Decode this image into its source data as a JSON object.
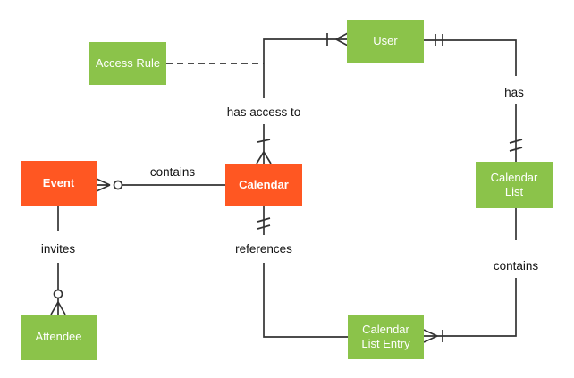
{
  "diagram_type": "entity-relationship crow's foot diagram",
  "entities": [
    {
      "id": "access-rule",
      "label": "Access Rule",
      "color": "#8BC34A"
    },
    {
      "id": "user",
      "label": "User",
      "color": "#8BC34A"
    },
    {
      "id": "event",
      "label": "Event",
      "color": "#FF5722"
    },
    {
      "id": "calendar",
      "label": "Calendar",
      "color": "#FF5722"
    },
    {
      "id": "calendar-list",
      "label": "Calendar List",
      "color": "#8BC34A"
    },
    {
      "id": "attendee",
      "label": "Attendee",
      "color": "#8BC34A"
    },
    {
      "id": "calendar-list-entry",
      "label": "Calendar List Entry",
      "color": "#8BC34A"
    }
  ],
  "relationships": [
    {
      "from": "Event",
      "to": "Calendar",
      "label": "contains",
      "marker_at_event": "crow's foot + circle (zero or many)"
    },
    {
      "from": "Calendar",
      "to": "User",
      "label": "has access to",
      "marker_at_calendar": "crow's foot + tick (one or many)",
      "marker_at_user": "tick + crow's foot (one or many)"
    },
    {
      "from": "User",
      "to": "Calendar List",
      "label": "has",
      "marker_at_user": "double tick (one and only one)",
      "marker_at_calendar_list": "double tick (one and only one)"
    },
    {
      "from": "Calendar List",
      "to": "Calendar List Entry",
      "label": "contains",
      "marker_at_entry": "crow's foot + tick (one or many)"
    },
    {
      "from": "Calendar",
      "to": "Calendar List Entry",
      "label": "references",
      "marker_at_calendar": "double tick (one and only one)"
    },
    {
      "from": "Event",
      "to": "Attendee",
      "label": "invites",
      "marker_at_attendee": "circle + crow's foot (zero or many)"
    },
    {
      "from": "Access Rule",
      "to": "Calendar–User connector",
      "label": "",
      "style": "dashed"
    }
  ],
  "colors": {
    "entity_green": "#8BC34A",
    "entity_orange": "#FF5722",
    "line": "#333333",
    "edge_label_text": "#111111",
    "entity_text": "#ffffff",
    "background": "#ffffff"
  }
}
